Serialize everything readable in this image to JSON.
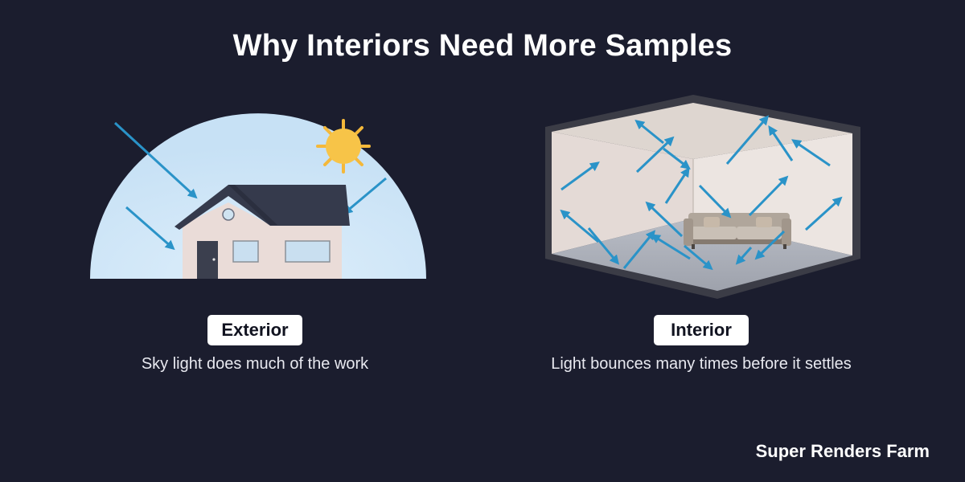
{
  "header": {
    "title": "Why Interiors Need More Samples"
  },
  "exterior": {
    "label": "Exterior",
    "caption": "Sky light does much of the work",
    "icons": [
      "sun-icon",
      "house-icon",
      "light-ray-arrow-icon"
    ]
  },
  "interior": {
    "label": "Interior",
    "caption": "Light bounces many times before it settles",
    "icons": [
      "room-icon",
      "sofa-icon",
      "light-bounce-arrow-icon"
    ]
  },
  "footer": {
    "brand": "Super Renders Farm"
  },
  "colors": {
    "background": "#1b1d2e",
    "sky": "#cfe5f7",
    "arrow": "#2a93c8",
    "sun": "#f7c448",
    "roof": "#353a4c",
    "wall": "#eadcd8",
    "pill": "#ffffff"
  }
}
